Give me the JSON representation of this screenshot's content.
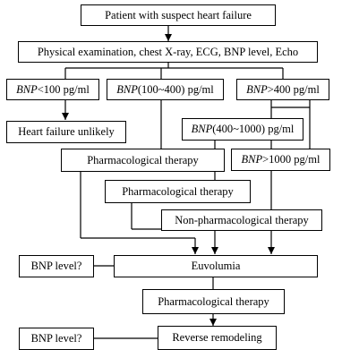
{
  "nodes": {
    "start": "Patient with suspect heart failure",
    "exam": "Physical examination, chest X-ray, ECG, BNP level, Echo",
    "bnp_low": {
      "var": "BNP",
      "text": "<100 pg/ml"
    },
    "bnp_mid": {
      "var": "BNP",
      "text": " (100~400) pg/ml"
    },
    "bnp_high": {
      "var": "BNP",
      "text": ">400 pg/ml"
    },
    "unlikely": "Heart failure unlikely",
    "bnp_400_1000": {
      "var": "BNP",
      "text": " (400~1000) pg/ml"
    },
    "pharm1": "Pharmacological therapy",
    "bnp_gt1000": {
      "var": "BNP",
      "text": ">1000 pg/ml"
    },
    "pharm2": "Pharmacological therapy",
    "nonpharm": "Non-pharmacological therapy",
    "bnp_check1": "BNP level?",
    "euvolumia": "Euvolumia",
    "pharm3": "Pharmacological therapy",
    "bnp_check2": "BNP level?",
    "remodeling": "Reverse remodeling"
  }
}
